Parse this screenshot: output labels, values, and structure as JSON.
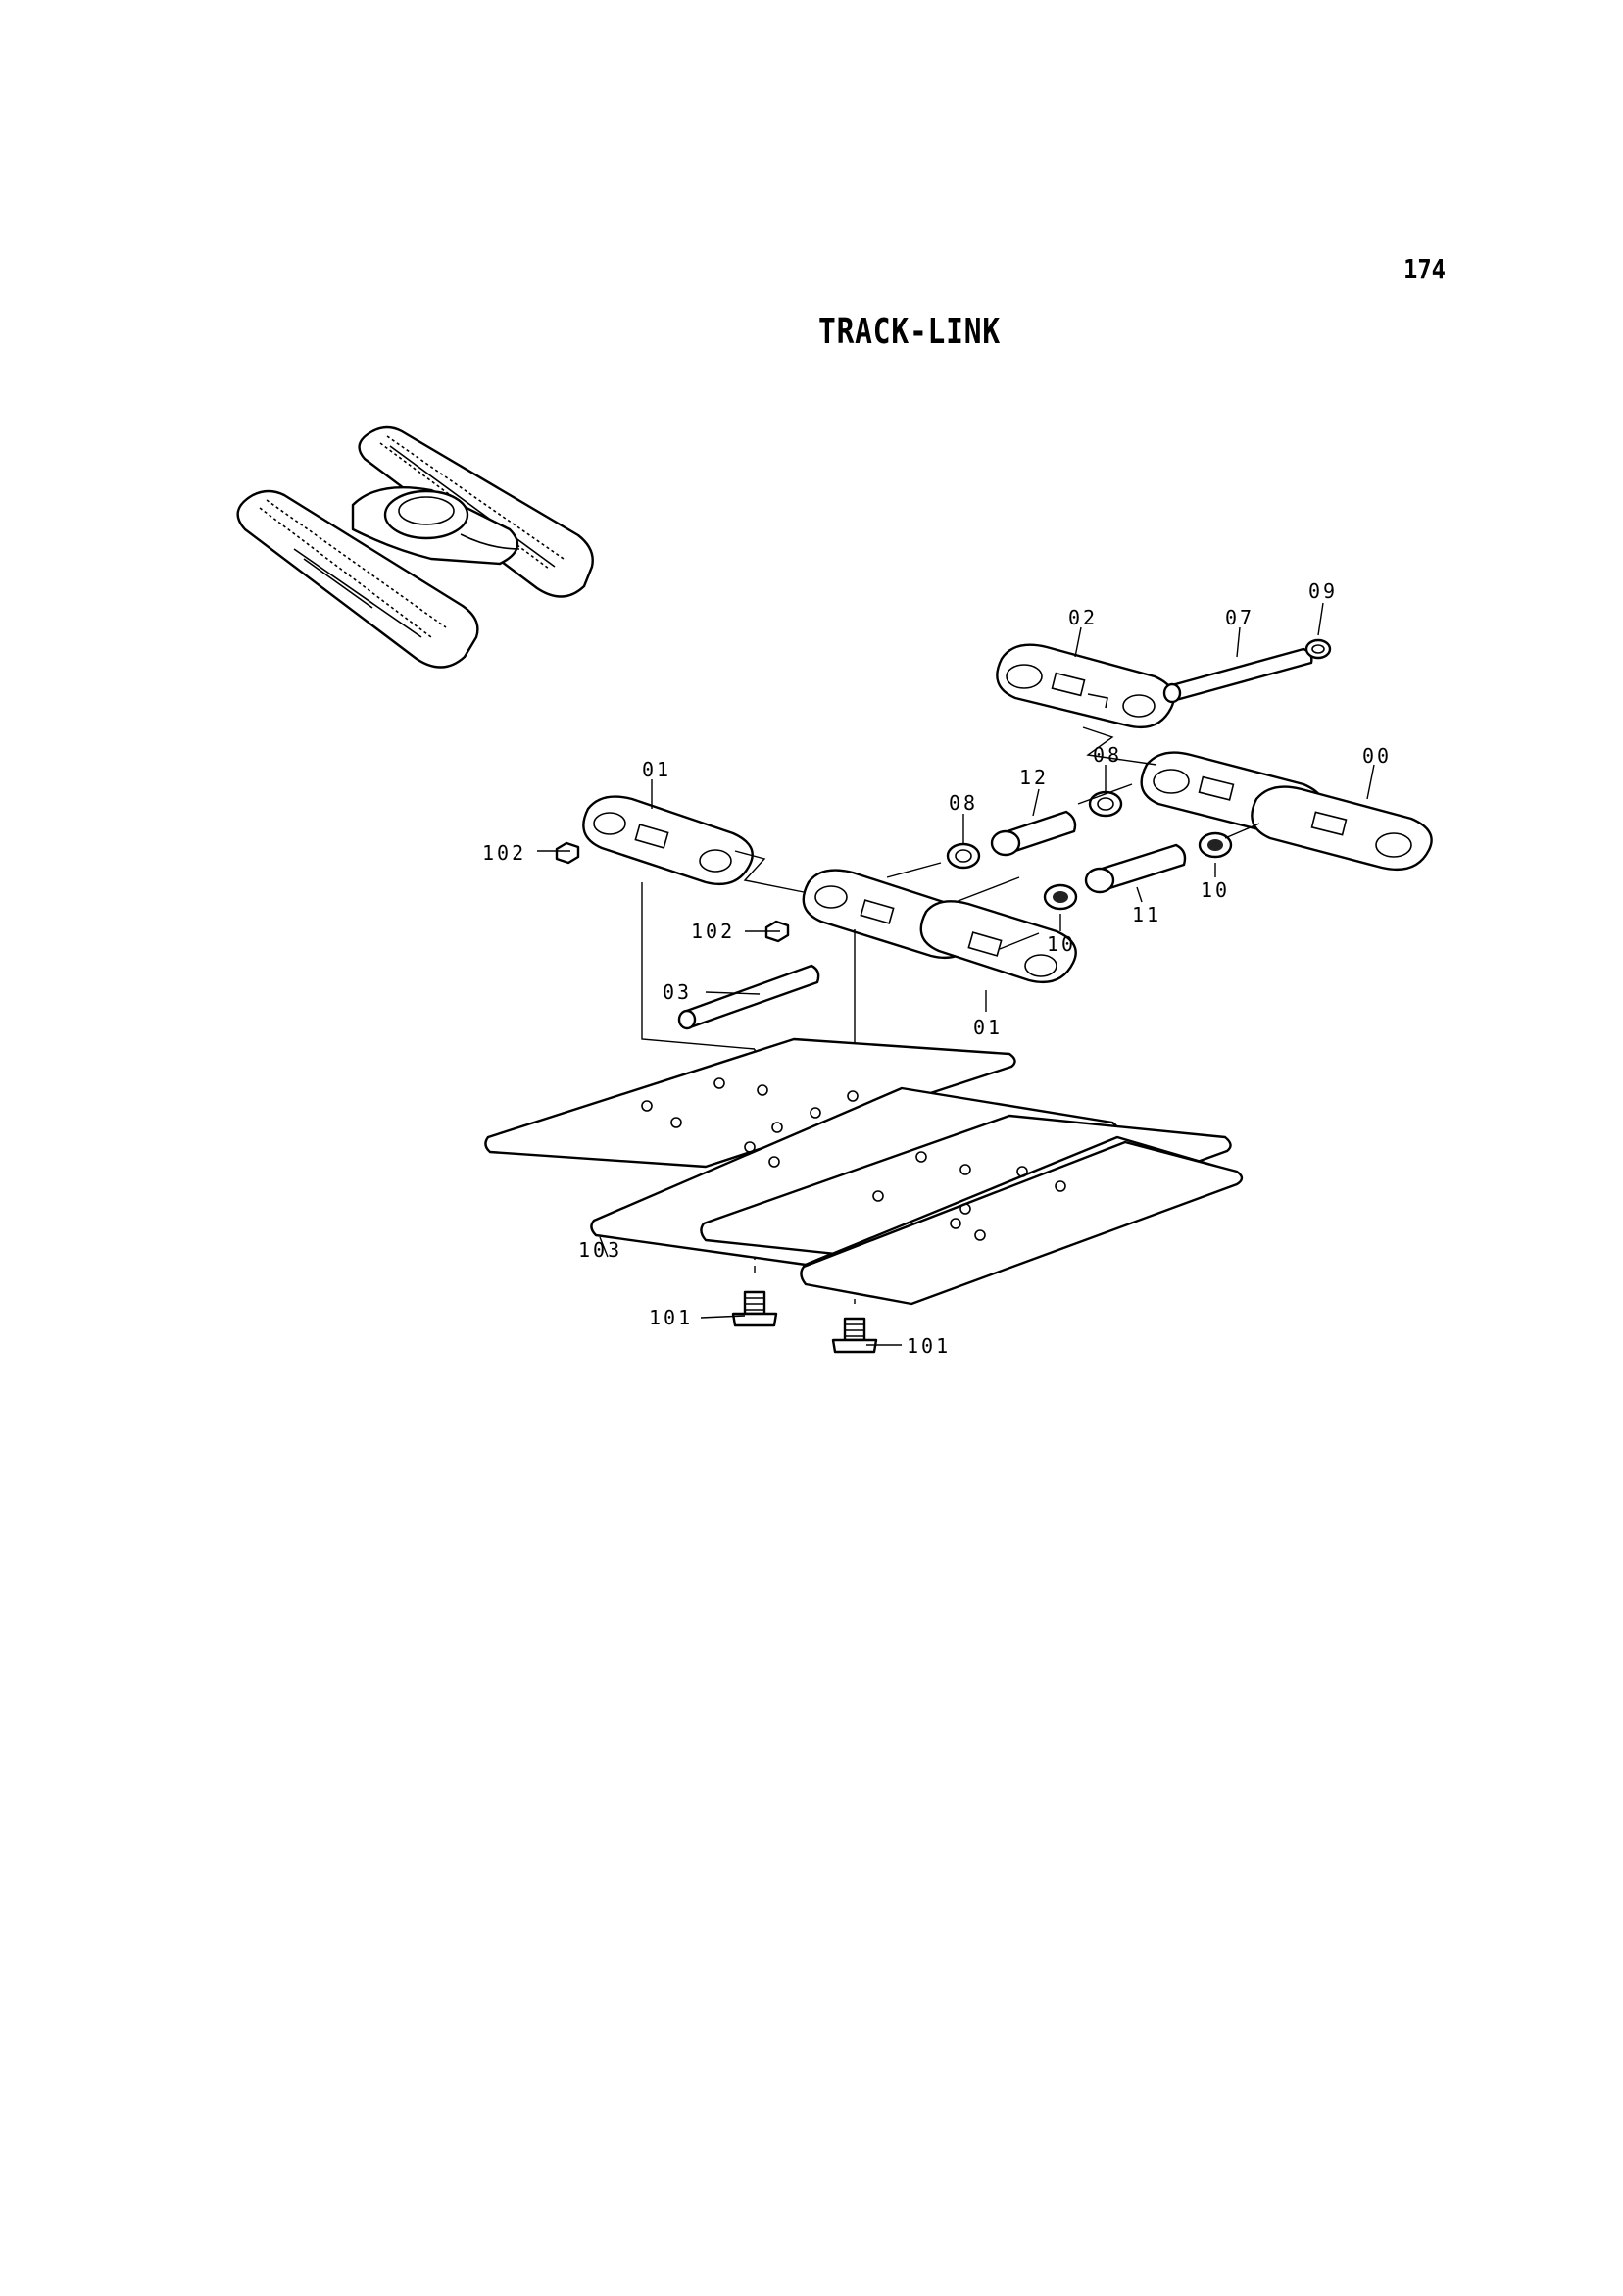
{
  "page": {
    "number": "174",
    "title": "TRACK-LINK"
  },
  "callouts": {
    "c00": "00",
    "c01a": "01",
    "c01b": "01",
    "c02": "02",
    "c03": "03",
    "c07": "07",
    "c08a": "08",
    "c08b": "08",
    "c09": "09",
    "c10a": "10",
    "c10b": "10",
    "c11": "11",
    "c12": "12",
    "c101a": "101",
    "c101b": "101",
    "c102a": "102",
    "c102b": "102",
    "c103": "103"
  },
  "icons": [
    "crawler-undercarriage-icon",
    "track-link-icon",
    "pin-icon",
    "bushing-icon",
    "seal-icon",
    "ring-icon",
    "bolt-icon",
    "nut-icon",
    "track-shoe-icon"
  ]
}
